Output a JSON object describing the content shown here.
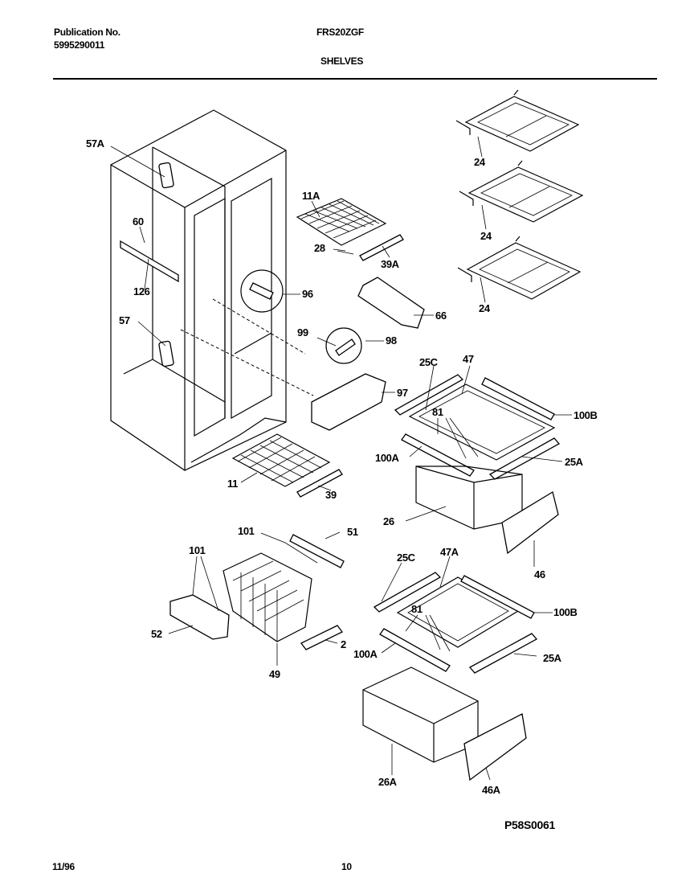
{
  "header": {
    "publication_label": "Publication No.",
    "publication_number": "5995290011",
    "model": "FRS20ZGF",
    "section": "SHELVES"
  },
  "footer": {
    "date": "11/96",
    "page": "10",
    "diagram_code": "P58S0061"
  },
  "callouts": {
    "c57A": "57A",
    "c60": "60",
    "c126": "126",
    "c57": "57",
    "c11A": "11A",
    "c28": "28",
    "c39A": "39A",
    "c24a": "24",
    "c24b": "24",
    "c24c": "24",
    "c96": "96",
    "c66": "66",
    "c99": "99",
    "c98": "98",
    "c97": "97",
    "c25C": "25C",
    "c47": "47",
    "c81": "81",
    "c100B": "100B",
    "c100A": "100A",
    "c25A": "25A",
    "c11": "11",
    "c39": "39",
    "c26": "26",
    "c101a": "101",
    "c51": "51",
    "c101b": "101",
    "c46": "46",
    "c25C2": "25C",
    "c47A": "47A",
    "c52": "52",
    "c49": "49",
    "c2": "2",
    "c812": "81",
    "c100B2": "100B",
    "c100A2": "100A",
    "c25A2": "25A",
    "c26A": "26A",
    "c46A": "46A"
  }
}
